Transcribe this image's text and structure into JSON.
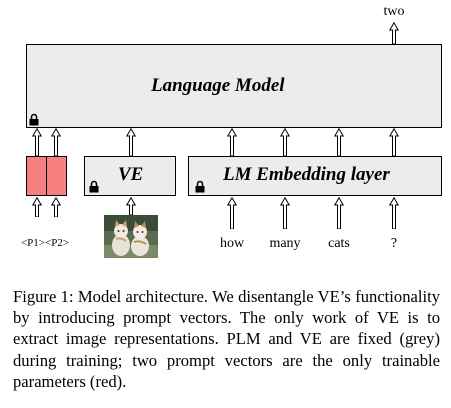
{
  "figure": {
    "output_token": "two",
    "language_model_label": "Language Model",
    "ve_label": "VE",
    "embedding_label": "LM Embedding layer",
    "prompt_tokens": "<P1><P2>",
    "question_words": [
      "how",
      "many",
      "cats",
      "?"
    ],
    "colors": {
      "frozen": "#ececec",
      "trainable": "#f77f7f"
    },
    "icons": [
      "lock-icon",
      "up-arrow-icon"
    ]
  },
  "caption": {
    "text": "Figure 1: Model architecture. We disentangle VE’s functionality by introducing prompt vectors. The only work of VE is to extract image representations. PLM and VE are fixed (grey) during training; two prompt vectors are the only trainable parameters (red)."
  }
}
